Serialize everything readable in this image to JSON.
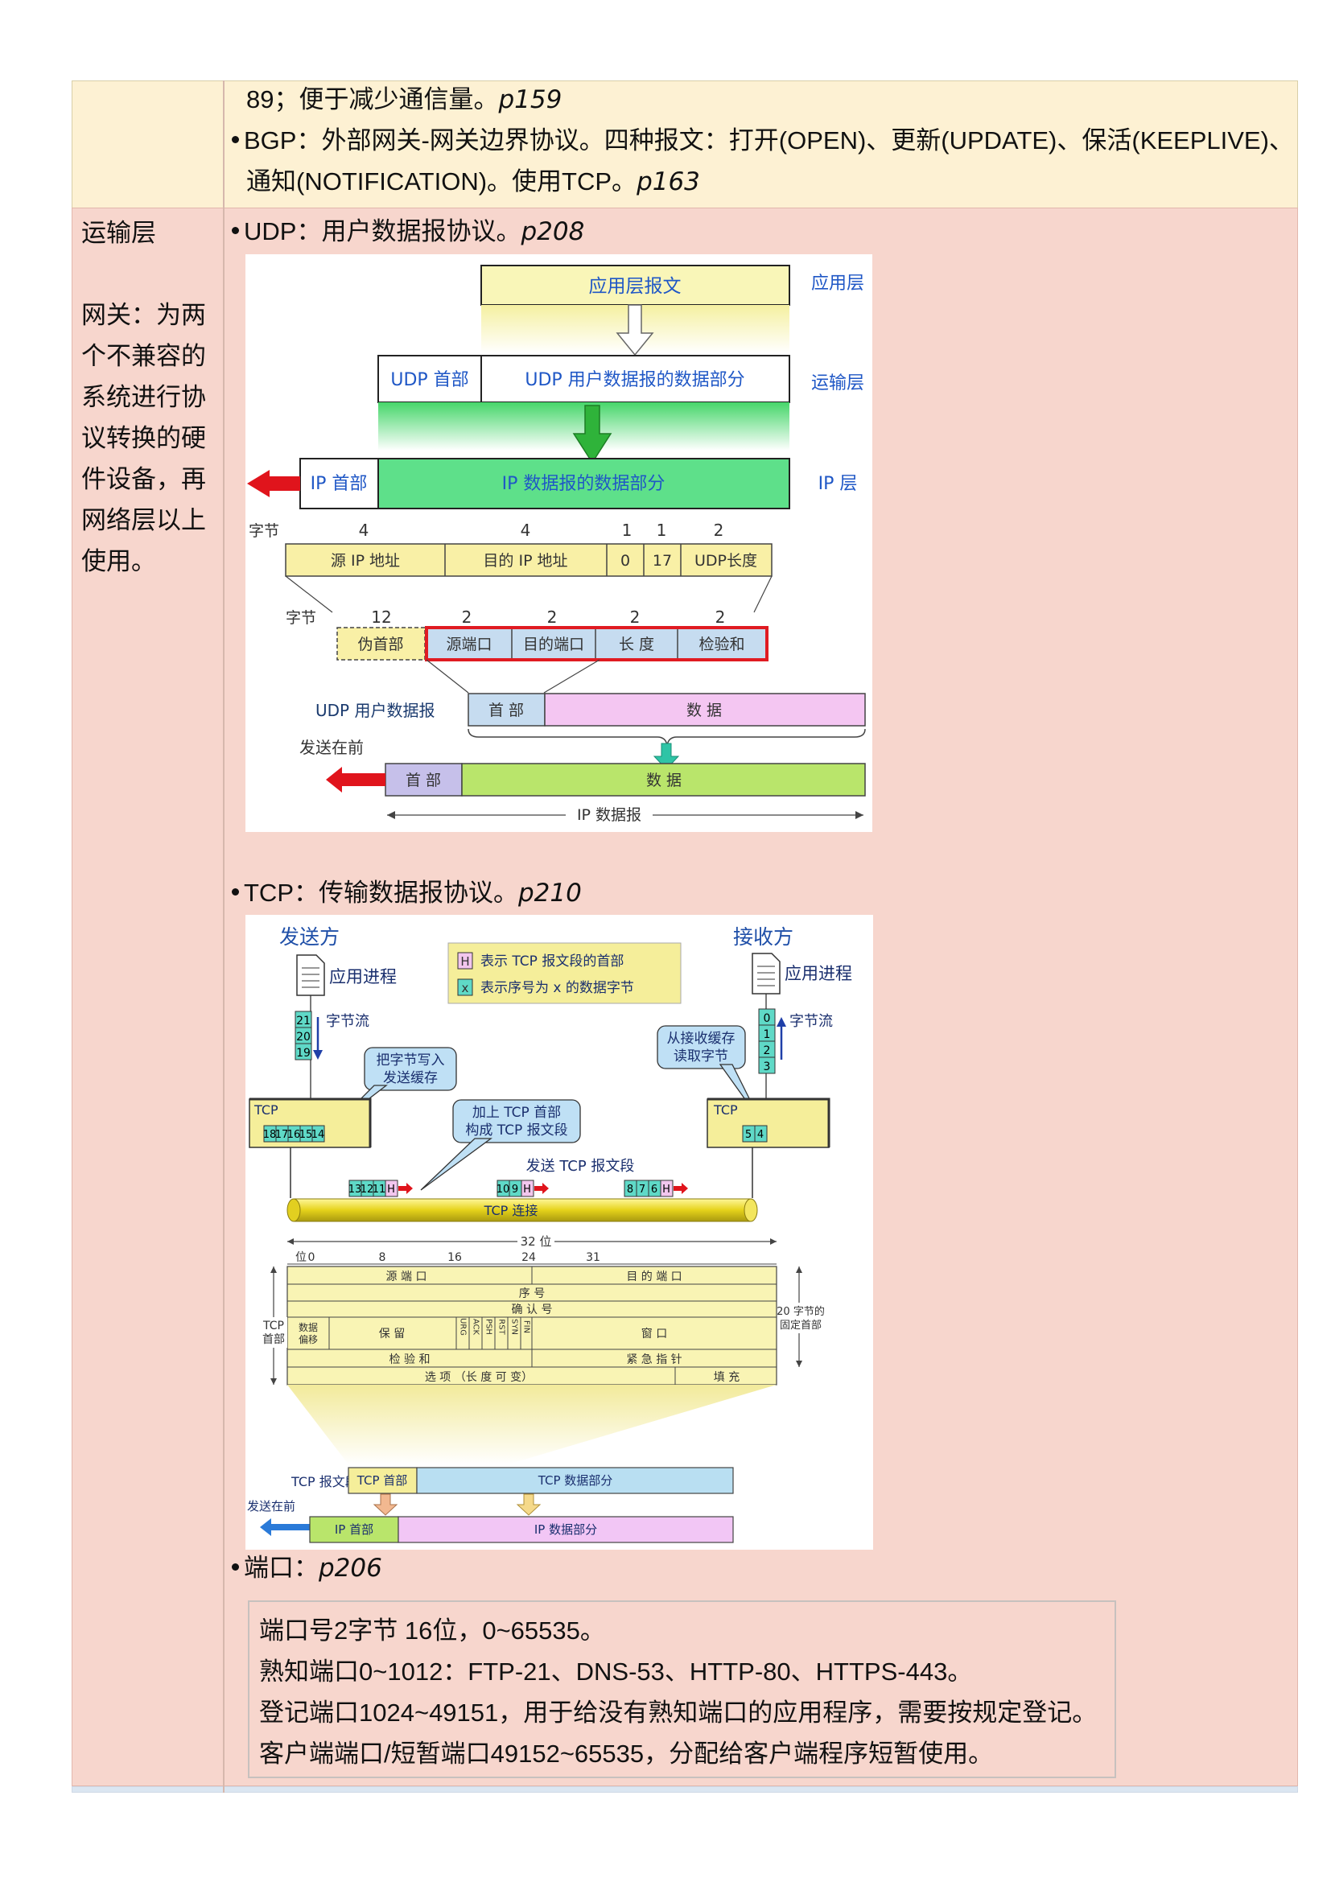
{
  "row_a": {
    "line1": "89；便于减少通信量。",
    "line1_ref": "p159",
    "line2": "BGP：外部网关-网关边界协议。四种报文：打开(OPEN)、更新(UPDATE)、保活(KEEPLIVE)、",
    "line3": "通知(NOTIFICATION)。使用TCP。",
    "line3_ref": "p163"
  },
  "left": {
    "title": "运输层",
    "note_lines": [
      "网关：为两",
      "个不兼容的",
      "系统进行协",
      "议转换的硬",
      "件设备，再",
      "网络层以上",
      "使用。"
    ]
  },
  "udp": {
    "heading": "UDP：用户数据报协议。",
    "heading_ref": "p208",
    "d": {
      "app_msg": "应用层报文",
      "app_layer": "应用层",
      "udp_head": "UDP 首部",
      "udp_data": "UDP 用户数据报的数据部分",
      "transport_layer": "运输层",
      "ip_head": "IP 首部",
      "ip_data": "IP 数据报的数据部分",
      "ip_layer": "IP 层",
      "bytes": "字节",
      "pseudo_sizes": [
        "4",
        "4",
        "1",
        "1",
        "2"
      ],
      "pseudo_fields": [
        "源 IP 地址",
        "目的 IP 地址",
        "0",
        "17",
        "UDP长度"
      ],
      "hdr_sizes": [
        "12",
        "2",
        "2",
        "2",
        "2"
      ],
      "pseudo": "伪首部",
      "hdr_fields": [
        "源端口",
        "目的端口",
        "长  度",
        "检验和"
      ],
      "udp_dgram": "UDP 用户数据报",
      "head": "首  部",
      "data": "数        据",
      "send_first": "发送在前",
      "head2": "首  部",
      "data2": "数        据",
      "ip_dgram": "IP 数据报"
    }
  },
  "tcp": {
    "heading": "TCP：传输数据报协议。",
    "heading_ref": "p210",
    "d": {
      "sender": "发送方",
      "receiver": "接收方",
      "app_proc": "应用进程",
      "legend_h": "表示 TCP 报文段的首部",
      "legend_x": "表示序号为 x 的数据字节",
      "byte_stream": "字节流",
      "write_buf": [
        "把字节写入",
        "发送缓存"
      ],
      "read_buf": [
        "从接收缓存",
        "读取字节"
      ],
      "add_hdr": [
        "加上 TCP 首部",
        "构成 TCP 报文段"
      ],
      "send_seg": "发送 TCP 报文段",
      "tcp_conn": "TCP 连接",
      "tcp": "TCP",
      "send_stack": [
        "21",
        "20",
        "19"
      ],
      "recv_stack": [
        "0",
        "1",
        "2",
        "3"
      ],
      "send_buf": [
        "18",
        "17",
        "16",
        "15",
        "14"
      ],
      "recv_buf": [
        "5",
        "4"
      ],
      "seg1": [
        "13",
        "12",
        "11"
      ],
      "seg2": [
        "10",
        "9"
      ],
      "seg3": [
        "8",
        "7",
        "6"
      ],
      "h": "H",
      "x": "x",
      "bits32": "32 位",
      "bit_label": "位",
      "bit_ticks": [
        "0",
        "8",
        "16",
        "24",
        "31"
      ],
      "src_port": "源  端  口",
      "dst_port": "目  的  端  口",
      "seq": "序  号",
      "ack": "确  认  号",
      "offset": [
        "数据",
        "偏移"
      ],
      "reserved": "保  留",
      "flags": [
        "URG",
        "ACK",
        "PSH",
        "RST",
        "SYN",
        "FIN"
      ],
      "window": "窗  口",
      "checksum": "检  验  和",
      "urgent": "紧  急  指  针",
      "options": "选    项    （长  度  可  变）",
      "padding": "填    充",
      "tcp_hdr": [
        "TCP",
        "首部"
      ],
      "fixed20": [
        "20 字节的",
        "固定首部"
      ],
      "tcp_seg": "TCP 报文段",
      "tcp_head": "TCP 首部",
      "tcp_data": "TCP 数据部分",
      "send_first": "发送在前",
      "ip_head": "IP 首部",
      "ip_data": "IP 数据部分"
    }
  },
  "port": {
    "heading": "端口：",
    "heading_ref": "p206",
    "lines": [
      "端口号2字节 16位，0~65535。",
      "熟知端口0~1012：FTP-21、DNS-53、HTTP-80、HTTPS-443。",
      "登记端口1024~49151，用于给没有熟知端口的应用程序，需要按规定登记。",
      "客户端端口/短暂端口49152~65535，分配给客户端程序短暂使用。"
    ]
  }
}
